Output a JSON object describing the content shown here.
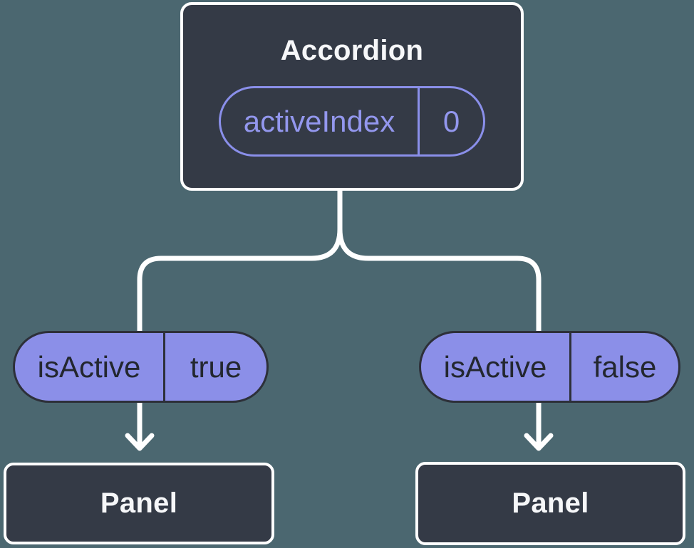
{
  "diagram": {
    "root": {
      "title": "Accordion",
      "state_pill": {
        "name": "activeIndex",
        "value": "0"
      }
    },
    "children": [
      {
        "prop_pill": {
          "name": "isActive",
          "value": "true"
        },
        "title": "Panel"
      },
      {
        "prop_pill": {
          "name": "isActive",
          "value": "false"
        },
        "title": "Panel"
      }
    ]
  },
  "colors": {
    "background": "#4b6770",
    "node_fill": "#343a46",
    "node_border": "#ffffff",
    "node_text": "#f6f7f9",
    "pill_fill": "#8b8fe8",
    "pill_border": "#2d3039",
    "pill_text": "#23272f",
    "accent_purple": "#8a8fea",
    "connector": "#ffffff"
  }
}
